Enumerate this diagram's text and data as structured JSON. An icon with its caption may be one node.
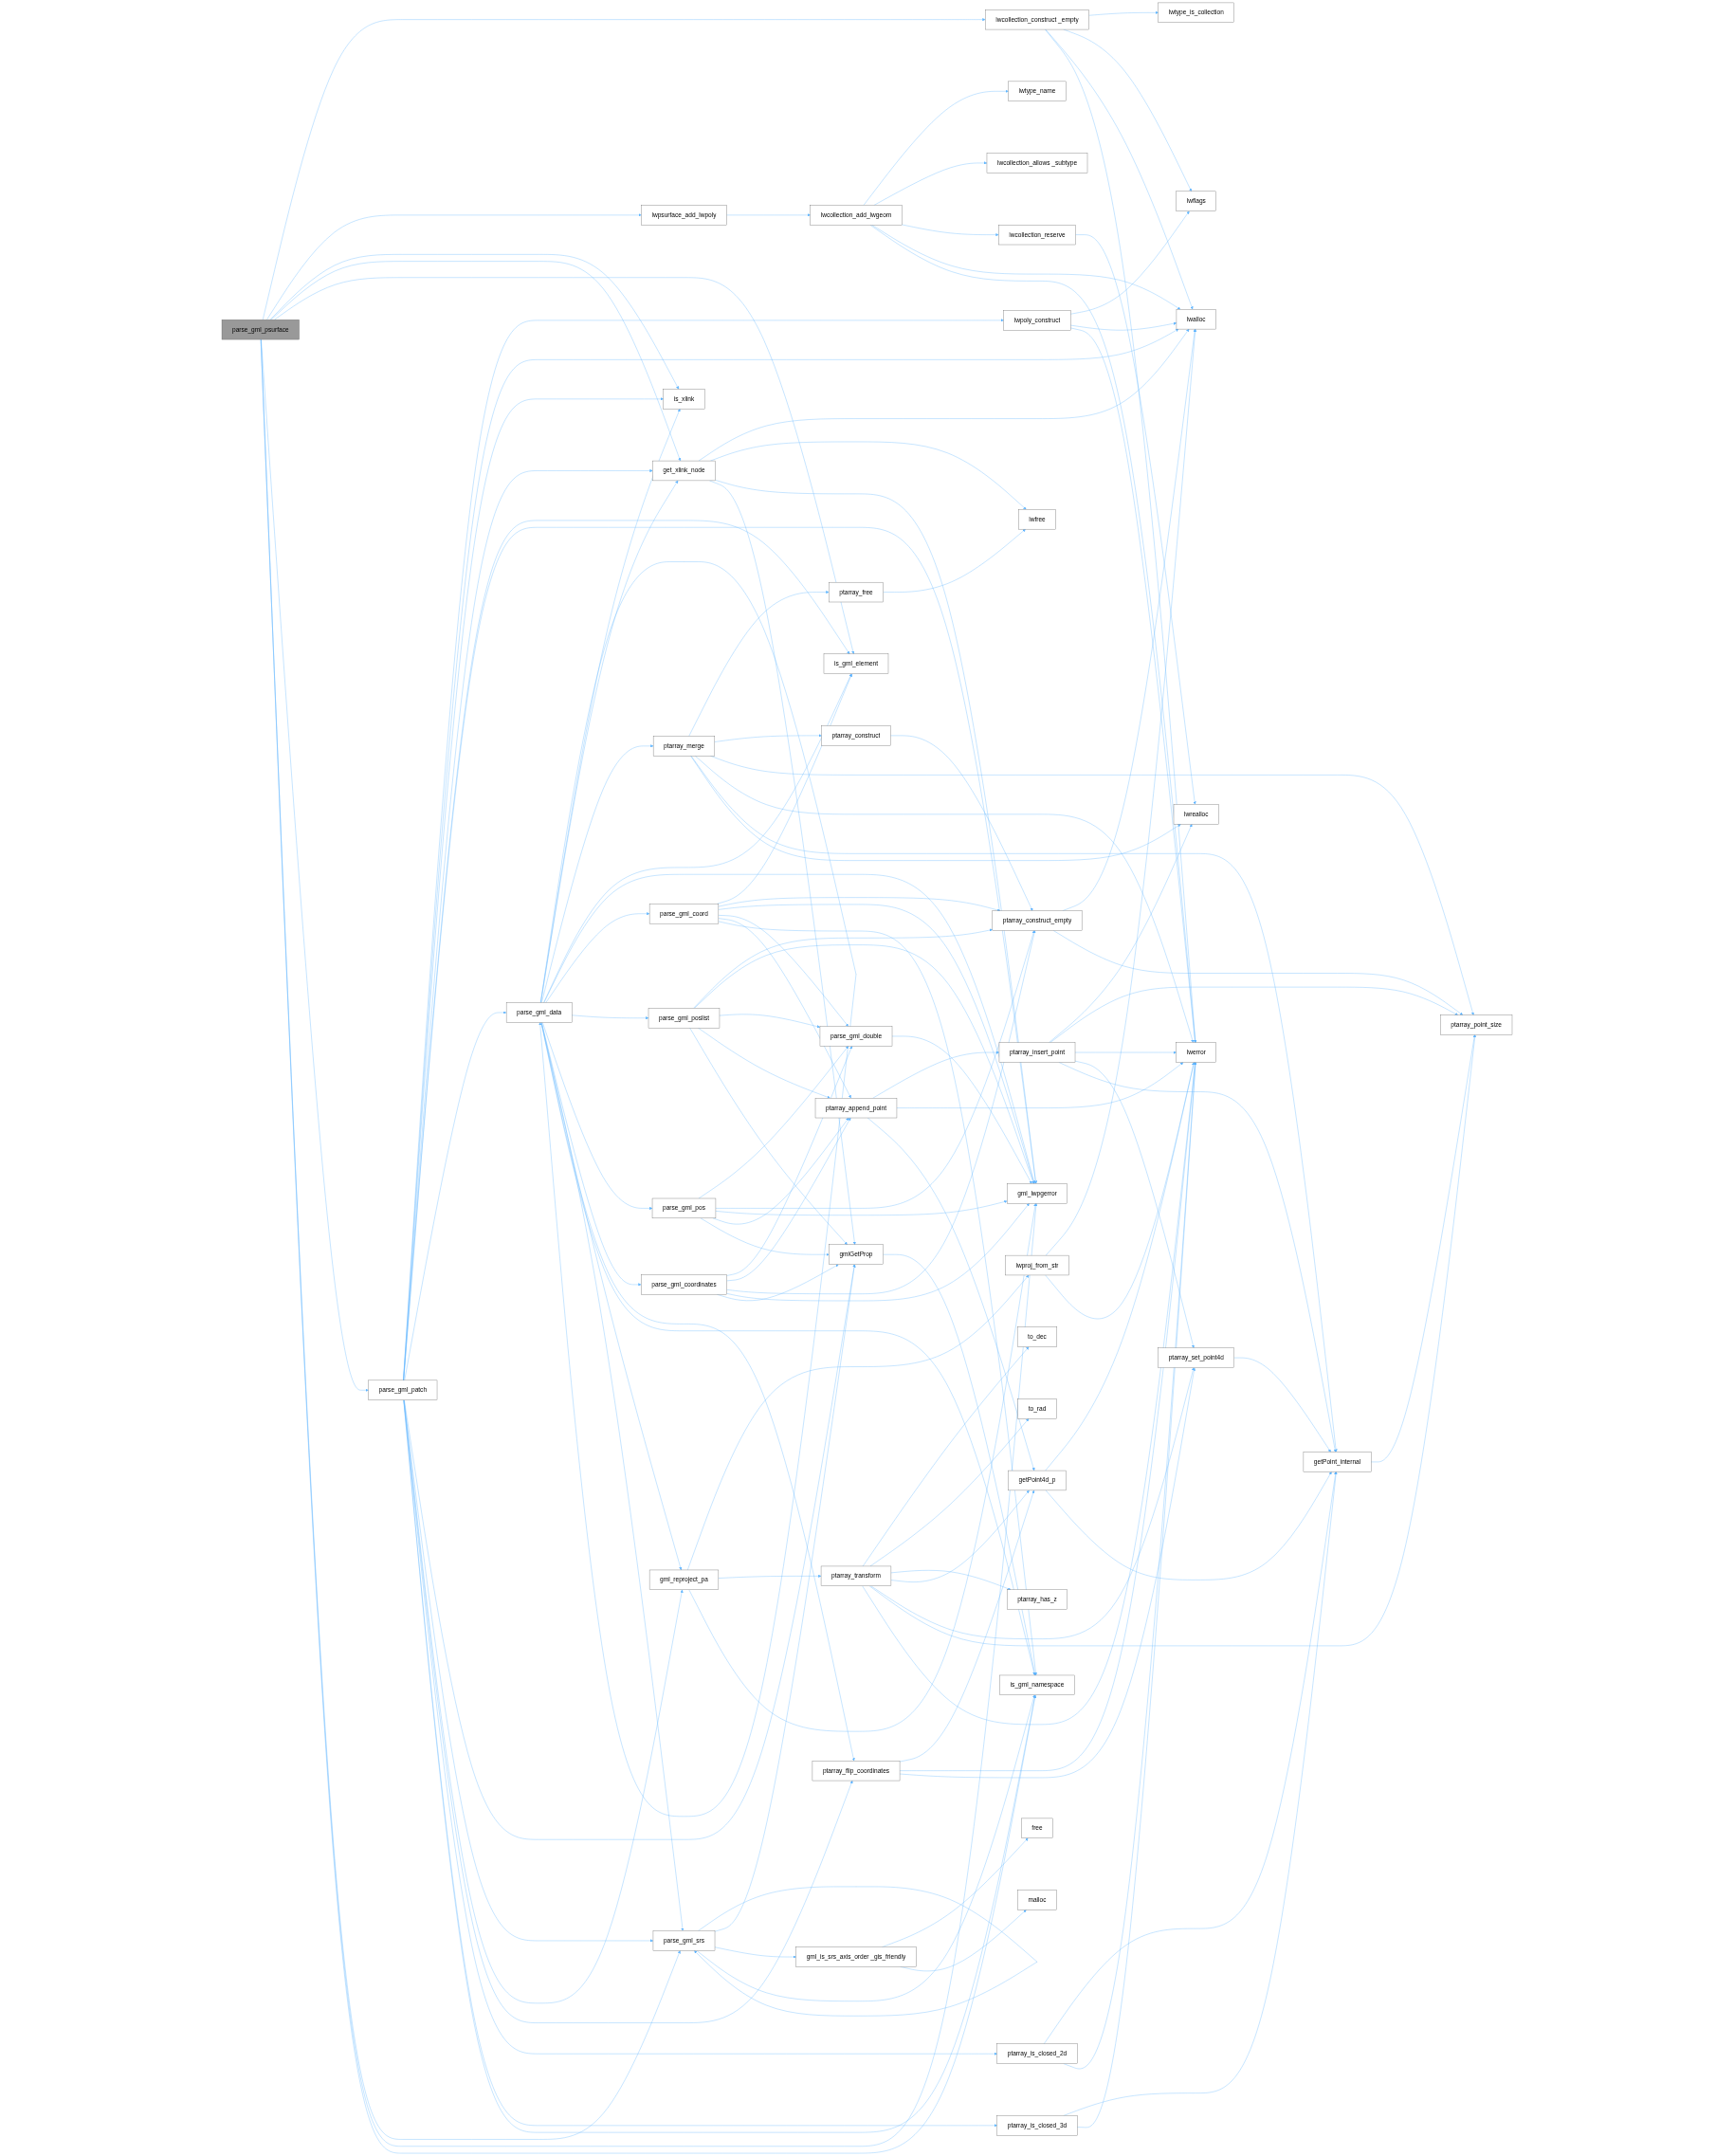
{
  "diagram": {
    "nodes": [
      {
        "text": [
          "parse_gml_psurface"
        ]
      },
      {
        "text": [
          "lwpsurface_add_lwpoly"
        ]
      },
      {
        "text": [
          "parse_gml_patch"
        ]
      },
      {
        "text": [
          "is_xlink"
        ]
      },
      {
        "text": [
          "get_xlink_node"
        ]
      },
      {
        "text": [
          "ptarray_merge"
        ]
      },
      {
        "text": [
          "parse_gml_data"
        ]
      },
      {
        "text": [
          "parse_gml_coord"
        ]
      },
      {
        "text": [
          "parse_gml_poslist"
        ]
      },
      {
        "text": [
          "parse_gml_pos"
        ]
      },
      {
        "text": [
          "parse_gml_coordinates"
        ]
      },
      {
        "text": [
          "parse_gml_srs"
        ]
      },
      {
        "text": [
          "gml_reproject_pa"
        ]
      },
      {
        "text": [
          "lwcollection_construct _empty"
        ]
      },
      {
        "text": [
          "lwtype_name"
        ]
      },
      {
        "text": [
          "lwcollection_allows _subtype"
        ]
      },
      {
        "text": [
          "lwcollection_add_lwgeom"
        ]
      },
      {
        "text": [
          "lwpoly_construct"
        ]
      },
      {
        "text": [
          "lwcollection_reserve"
        ]
      },
      {
        "text": [
          "ptarray_free"
        ]
      },
      {
        "text": [
          "ptarray_construct"
        ]
      },
      {
        "text": [
          "is_gml_element"
        ]
      },
      {
        "text": [
          "parse_gml_double"
        ]
      },
      {
        "text": [
          "ptarray_append_point"
        ]
      },
      {
        "text": [
          "gmlGetProp"
        ]
      },
      {
        "text": [
          "gml_is_srs_axis_order _gis_friendly"
        ]
      },
      {
        "text": [
          "ptarray_transform"
        ]
      },
      {
        "text": [
          "ptarray_flip_coordinates"
        ]
      },
      {
        "text": [
          "ptarray_is_closed_2d"
        ]
      },
      {
        "text": [
          "ptarray_is_closed_3d"
        ]
      },
      {
        "text": [
          "lwtype_is_collection"
        ]
      },
      {
        "text": [
          "lwflags"
        ]
      },
      {
        "text": [
          "lwalloc"
        ]
      },
      {
        "text": [
          "lwrealloc"
        ]
      },
      {
        "text": [
          "lwfree"
        ]
      },
      {
        "text": [
          "ptarray_construct_empty"
        ]
      },
      {
        "text": [
          "gml_lwpgerror"
        ]
      },
      {
        "text": [
          "ptarray_insert_point"
        ]
      },
      {
        "text": [
          "lwerror"
        ]
      },
      {
        "text": [
          "is_gml_namespace"
        ]
      },
      {
        "text": [
          "free"
        ]
      },
      {
        "text": [
          "malloc"
        ]
      },
      {
        "text": [
          "lwproj_from_str"
        ]
      },
      {
        "text": [
          "to_dec"
        ]
      },
      {
        "text": [
          "to_rad"
        ]
      },
      {
        "text": [
          "ptarray_has_z"
        ]
      },
      {
        "text": [
          "getPoint4d_p"
        ]
      },
      {
        "text": [
          "ptarray_set_point4d"
        ]
      },
      {
        "text": [
          "getPoint_internal"
        ]
      },
      {
        "text": [
          "ptarray_point_size"
        ]
      }
    ],
    "edges": [
      {
        "from": 0,
        "to": 13,
        "arrow": "to"
      },
      {
        "from": 0,
        "to": 1,
        "arrow": "to"
      },
      {
        "from": 0,
        "to": 3,
        "arrow": "to"
      },
      {
        "from": 0,
        "to": 4,
        "arrow": "to"
      },
      {
        "from": 0,
        "to": 21,
        "arrow": "to"
      },
      {
        "from": 0,
        "to": 2,
        "arrow": "to"
      },
      {
        "from": 0,
        "to": 11,
        "arrow": "to"
      },
      {
        "from": 0,
        "to": 36,
        "arrow": "to"
      },
      {
        "from": 0,
        "to": 39,
        "arrow": "to"
      },
      {
        "from": 1,
        "to": 16,
        "arrow": "to"
      },
      {
        "from": 2,
        "to": 17,
        "arrow": "to"
      },
      {
        "from": 2,
        "to": 32,
        "arrow": "to"
      },
      {
        "from": 2,
        "to": 3,
        "arrow": "to"
      },
      {
        "from": 2,
        "to": 4,
        "arrow": "to"
      },
      {
        "from": 2,
        "to": 21,
        "arrow": "to"
      },
      {
        "from": 2,
        "to": 36,
        "arrow": "to"
      },
      {
        "from": 2,
        "to": 6,
        "arrow": "to"
      },
      {
        "from": 2,
        "to": 24,
        "arrow": "to"
      },
      {
        "from": 2,
        "to": 11,
        "arrow": "to"
      },
      {
        "from": 2,
        "to": 12,
        "arrow": "to"
      },
      {
        "from": 2,
        "to": 27,
        "arrow": "to"
      },
      {
        "from": 2,
        "to": 28,
        "arrow": "to"
      },
      {
        "from": 2,
        "to": 29,
        "arrow": "to"
      },
      {
        "from": 2,
        "to": 39,
        "arrow": "to"
      },
      {
        "from": 4,
        "to": 32,
        "arrow": "to"
      },
      {
        "from": 4,
        "to": 34,
        "arrow": "to"
      },
      {
        "from": 4,
        "to": 36,
        "arrow": "to"
      },
      {
        "from": 4,
        "to": 24,
        "arrow": "to"
      },
      {
        "from": 5,
        "to": 19,
        "arrow": "to"
      },
      {
        "from": 5,
        "to": 20,
        "arrow": "to"
      },
      {
        "from": 5,
        "to": 49,
        "arrow": "to"
      },
      {
        "from": 5,
        "to": 38,
        "arrow": "to"
      },
      {
        "from": 5,
        "to": 48,
        "arrow": "to"
      },
      {
        "from": 5,
        "to": 33,
        "arrow": "to"
      },
      {
        "from": 6,
        "to": 6,
        "arrow": "to"
      },
      {
        "from": 6,
        "to": 3,
        "arrow": "to"
      },
      {
        "from": 6,
        "to": 4,
        "arrow": "to"
      },
      {
        "from": 6,
        "to": 5,
        "arrow": "to"
      },
      {
        "from": 6,
        "to": 21,
        "arrow": "to"
      },
      {
        "from": 6,
        "to": 36,
        "arrow": "to"
      },
      {
        "from": 6,
        "to": 7,
        "arrow": "to"
      },
      {
        "from": 6,
        "to": 8,
        "arrow": "to"
      },
      {
        "from": 6,
        "to": 9,
        "arrow": "to"
      },
      {
        "from": 6,
        "to": 10,
        "arrow": "to"
      },
      {
        "from": 6,
        "to": 11,
        "arrow": "to"
      },
      {
        "from": 6,
        "to": 12,
        "arrow": "to"
      },
      {
        "from": 6,
        "to": 27,
        "arrow": "to"
      },
      {
        "from": 6,
        "to": 39,
        "arrow": "to"
      },
      {
        "from": 7,
        "to": 21,
        "arrow": "to"
      },
      {
        "from": 7,
        "to": 35,
        "arrow": "to"
      },
      {
        "from": 7,
        "to": 36,
        "arrow": "to"
      },
      {
        "from": 7,
        "to": 22,
        "arrow": "to"
      },
      {
        "from": 7,
        "to": 23,
        "arrow": "to"
      },
      {
        "from": 7,
        "to": 39,
        "arrow": "to"
      },
      {
        "from": 8,
        "to": 35,
        "arrow": "to"
      },
      {
        "from": 8,
        "to": 36,
        "arrow": "to"
      },
      {
        "from": 8,
        "to": 22,
        "arrow": "to"
      },
      {
        "from": 8,
        "to": 23,
        "arrow": "to"
      },
      {
        "from": 8,
        "to": 24,
        "arrow": "to"
      },
      {
        "from": 9,
        "to": 22,
        "arrow": "to"
      },
      {
        "from": 9,
        "to": 35,
        "arrow": "to"
      },
      {
        "from": 9,
        "to": 36,
        "arrow": "to"
      },
      {
        "from": 9,
        "to": 23,
        "arrow": "to"
      },
      {
        "from": 9,
        "to": 24,
        "arrow": "to"
      },
      {
        "from": 10,
        "to": 22,
        "arrow": "to"
      },
      {
        "from": 10,
        "to": 23,
        "arrow": "to"
      },
      {
        "from": 10,
        "to": 35,
        "arrow": "to"
      },
      {
        "from": 10,
        "to": 36,
        "arrow": "to"
      },
      {
        "from": 10,
        "to": 24,
        "arrow": "to"
      },
      {
        "from": 11,
        "to": 11,
        "arrow": "to"
      },
      {
        "from": 11,
        "to": 24,
        "arrow": "to"
      },
      {
        "from": 11,
        "to": 25,
        "arrow": "to"
      },
      {
        "from": 11,
        "to": 39,
        "arrow": "to"
      },
      {
        "from": 12,
        "to": 42,
        "arrow": "to"
      },
      {
        "from": 12,
        "to": 26,
        "arrow": "to"
      },
      {
        "from": 12,
        "to": 36,
        "arrow": "to"
      },
      {
        "from": 13,
        "to": 30,
        "arrow": "to"
      },
      {
        "from": 13,
        "to": 31,
        "arrow": "to"
      },
      {
        "from": 13,
        "to": 32,
        "arrow": "to"
      },
      {
        "from": 13,
        "to": 38,
        "arrow": "to"
      },
      {
        "from": 16,
        "to": 14,
        "arrow": "to"
      },
      {
        "from": 16,
        "to": 15,
        "arrow": "to"
      },
      {
        "from": 16,
        "to": 18,
        "arrow": "to"
      },
      {
        "from": 16,
        "to": 32,
        "arrow": "to"
      },
      {
        "from": 16,
        "to": 38,
        "arrow": "to"
      },
      {
        "from": 17,
        "to": 31,
        "arrow": "to"
      },
      {
        "from": 17,
        "to": 32,
        "arrow": "to"
      },
      {
        "from": 17,
        "to": 38,
        "arrow": "to"
      },
      {
        "from": 18,
        "to": 33,
        "arrow": "to"
      },
      {
        "from": 19,
        "to": 34,
        "arrow": "to"
      },
      {
        "from": 20,
        "to": 35,
        "arrow": "to"
      },
      {
        "from": 22,
        "to": 36,
        "arrow": "to"
      },
      {
        "from": 23,
        "to": 37,
        "arrow": "to"
      },
      {
        "from": 23,
        "to": 38,
        "arrow": "to"
      },
      {
        "from": 23,
        "to": 46,
        "arrow": "to"
      },
      {
        "from": 24,
        "to": 39,
        "arrow": "to"
      },
      {
        "from": 25,
        "to": 40,
        "arrow": "to"
      },
      {
        "from": 25,
        "to": 41,
        "arrow": "to"
      },
      {
        "from": 26,
        "to": 43,
        "arrow": "to"
      },
      {
        "from": 26,
        "to": 44,
        "arrow": "to"
      },
      {
        "from": 26,
        "to": 45,
        "arrow": "to"
      },
      {
        "from": 26,
        "to": 46,
        "arrow": "to"
      },
      {
        "from": 26,
        "to": 47,
        "arrow": "to"
      },
      {
        "from": 26,
        "to": 49,
        "arrow": "to"
      },
      {
        "from": 26,
        "to": 38,
        "arrow": "to"
      },
      {
        "from": 27,
        "to": 46,
        "arrow": "to"
      },
      {
        "from": 27,
        "to": 38,
        "arrow": "to"
      },
      {
        "from": 27,
        "to": 47,
        "arrow": "to"
      },
      {
        "from": 28,
        "to": 48,
        "arrow": "to"
      },
      {
        "from": 28,
        "to": 38,
        "arrow": "to"
      },
      {
        "from": 29,
        "to": 48,
        "arrow": "to"
      },
      {
        "from": 29,
        "to": 38,
        "arrow": "to"
      },
      {
        "from": 35,
        "to": 32,
        "arrow": "to"
      },
      {
        "from": 35,
        "to": 49,
        "arrow": "to"
      },
      {
        "from": 37,
        "to": 33,
        "arrow": "to"
      },
      {
        "from": 37,
        "to": 49,
        "arrow": "to"
      },
      {
        "from": 37,
        "to": 38,
        "arrow": "to"
      },
      {
        "from": 37,
        "to": 47,
        "arrow": "to"
      },
      {
        "from": 37,
        "to": 48,
        "arrow": "to"
      },
      {
        "from": 42,
        "to": 32,
        "arrow": "to"
      },
      {
        "from": 42,
        "to": 38,
        "arrow": "to"
      },
      {
        "from": 46,
        "to": 38,
        "arrow": "to"
      },
      {
        "from": 46,
        "to": 48,
        "arrow": "to"
      },
      {
        "from": 47,
        "to": 48,
        "arrow": "to"
      },
      {
        "from": 48,
        "to": 49,
        "arrow": "to"
      }
    ]
  }
}
